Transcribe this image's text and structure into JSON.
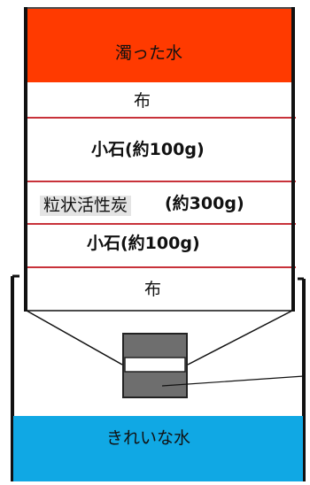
{
  "layers": {
    "dirty_water": "濁った水",
    "cloth_top": "布",
    "gravel_top": "小石(約100g)",
    "activated_carbon_name": "粒状活性炭",
    "activated_carbon_amount": "(約300g)",
    "gravel_bottom": "小石(約100g)",
    "cloth_bottom": "布",
    "clean_water": "きれいな水"
  },
  "colors": {
    "dirty_water": "#ff3a00",
    "clean_water": "#10a8e4",
    "separator": "#c8323a",
    "outline": "#111111",
    "valve": "#6e6e6e",
    "carbon_label_bg": "#e4e4e4"
  }
}
